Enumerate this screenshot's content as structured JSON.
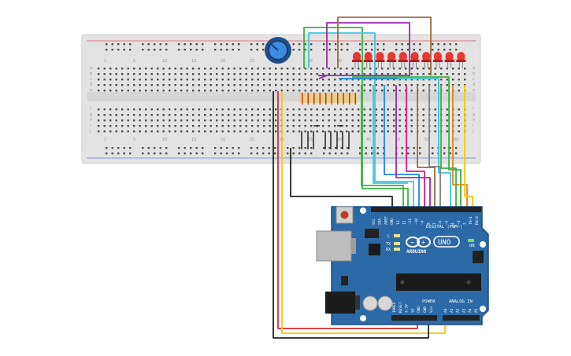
{
  "colors": {
    "breadboard": "#e3e3e3",
    "breadboard_edge": "#cfcfcf",
    "hole": "#4a4a4a",
    "rail_red": "#e05050",
    "rail_blue": "#5a7fd0",
    "pot_body": "#1f4e8c",
    "pot_knob": "#3d8be0",
    "led": "#e53935",
    "resistor": "#e8cf8a",
    "board": "#2b6aa6",
    "board_dark": "#1e4f80",
    "header": "#222222",
    "usb": "#bdbdbd",
    "chip": "#1a1a1a"
  },
  "breadboard": {
    "row_letters_top": [
      "a",
      "b",
      "c",
      "d",
      "e"
    ],
    "row_letters_bottom": [
      "f",
      "g",
      "h",
      "i",
      "j"
    ],
    "col_numbers": [
      "1",
      "5",
      "10",
      "15",
      "20",
      "25",
      "30",
      "35",
      "40",
      "45",
      "50",
      "55",
      "60"
    ]
  },
  "leds": {
    "count": 10
  },
  "arduino": {
    "brand": "ARDUINO",
    "model": "UNO",
    "digital_label": "DIGITAL (PWM~)",
    "analog_label": "ANALOG IN",
    "power_label": "POWER",
    "on_label": "ON",
    "tx_label": "TX",
    "rx_label": "RX",
    "l_label": "L",
    "top_pins": [
      "SCL",
      "SDA",
      "AREF",
      "GND",
      "13",
      "12",
      "~11",
      "~10",
      "~9",
      "8",
      "7",
      "~6",
      "~5",
      "4",
      "~3",
      "2",
      "TX→1",
      "RX←0"
    ],
    "power_pins": [
      "IOREF",
      "RESET",
      "3.3V",
      "5V",
      "GND",
      "GND",
      "Vin"
    ],
    "analog_pins": [
      "A0",
      "A1",
      "A2",
      "A3",
      "A4",
      "A5"
    ]
  },
  "wires": [
    {
      "name": "wire-green-1",
      "color": "#3cb043"
    },
    {
      "name": "wire-cyan-1",
      "color": "#40c4dc"
    },
    {
      "name": "wire-purple-1",
      "color": "#9c27b0"
    },
    {
      "name": "wire-brown-1",
      "color": "#9c6b3c"
    },
    {
      "name": "wire-blue",
      "color": "#1e88e5"
    },
    {
      "name": "wire-magenta",
      "color": "#d81b8c"
    },
    {
      "name": "wire-grey",
      "color": "#808080"
    },
    {
      "name": "wire-orange",
      "color": "#ef7f1a"
    },
    {
      "name": "wire-yellow",
      "color": "#f2c811"
    },
    {
      "name": "wire-red",
      "color": "#d32f2f"
    },
    {
      "name": "wire-black",
      "color": "#222222"
    }
  ]
}
